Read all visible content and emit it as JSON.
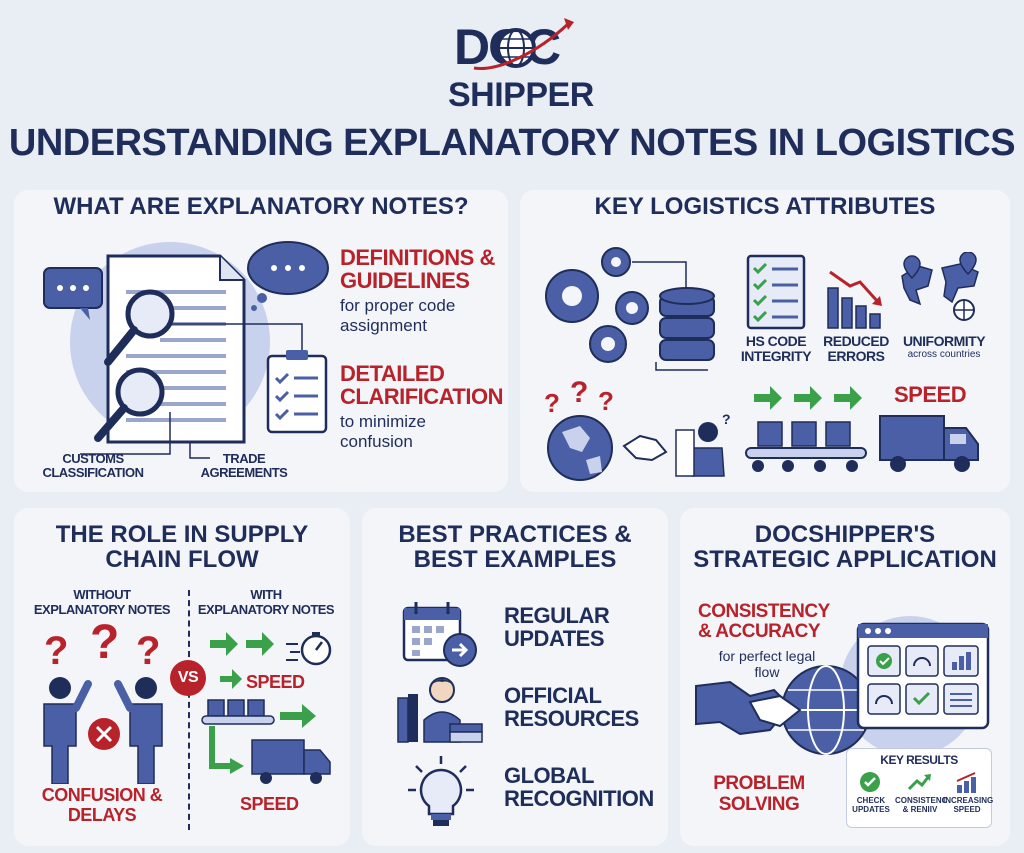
{
  "logo": {
    "line1": "DOC",
    "line2": "SHIPPER"
  },
  "main_title": "UNDERSTANDING EXPLANATORY NOTES IN LOGISTICS",
  "what": {
    "title": "WHAT ARE EXPLANATORY NOTES?",
    "def_heading": "DEFINITIONS & GUIDELINES",
    "def_line1": "DEFINITIONS &",
    "def_line2": "GUIDELINES",
    "def_sub1": "for proper code",
    "def_sub2": "assignment",
    "clar_line1": "DETAILED",
    "clar_line2": "CLARIFICATION",
    "clar_sub1": "to minimize",
    "clar_sub2": "confusion",
    "customs1": "CUSTOMS",
    "customs2": "CLASSIFICATION",
    "trade1": "TRADE",
    "trade2": "AGREEMENTS"
  },
  "key": {
    "title": "KEY LOGISTICS ATTRIBUTES",
    "hs1": "HS CODE",
    "hs2": "INTEGRITY",
    "red1": "REDUCED",
    "red2": "ERRORS",
    "uni1": "UNIFORMITY",
    "uni2": "across countries",
    "speed": "SPEED"
  },
  "role": {
    "title1": "THE ROLE IN SUPPLY",
    "title2": "CHAIN FLOW",
    "without1": "WITHOUT",
    "without2": "EXPLANATORY NOTES",
    "with1": "WITH",
    "with2": "EXPLANATORY NOTES",
    "vs": "VS",
    "speed1": "SPEED",
    "speed2": "SPEED",
    "confusion1": "CONFUSION &",
    "confusion2": "DELAYS"
  },
  "best": {
    "title1": "BEST PRACTICES &",
    "title2": "BEST EXAMPLES",
    "item1a": "REGULAR",
    "item1b": "UPDATES",
    "item2a": "OFFICIAL",
    "item2b": "RESOURCES",
    "item3a": "GLOBAL",
    "item3b": "RECOGNITION"
  },
  "strategic": {
    "title1": "DOCSHIPPER'S",
    "title2": "STRATEGIC APPLICATION",
    "cons1": "CONSISTENCY",
    "cons2": "& ACCURACY",
    "cons_sub1": "for perfect legal",
    "cons_sub2": "flow",
    "prob1": "PROBLEM",
    "prob2": "SOLVING",
    "results_title": "KEY RESULTS",
    "r1a": "CHECK",
    "r1b": "UPDATES",
    "r2a": "CONSISTENC",
    "r2b": "& RENIIV",
    "r3a": "INCREASING",
    "r3b": "SPEED"
  },
  "colors": {
    "navy": "#1f2d5a",
    "red": "#b8232b",
    "blue": "#4a5fa5",
    "green": "#3aa04a",
    "panel": "#f3f5f9"
  }
}
